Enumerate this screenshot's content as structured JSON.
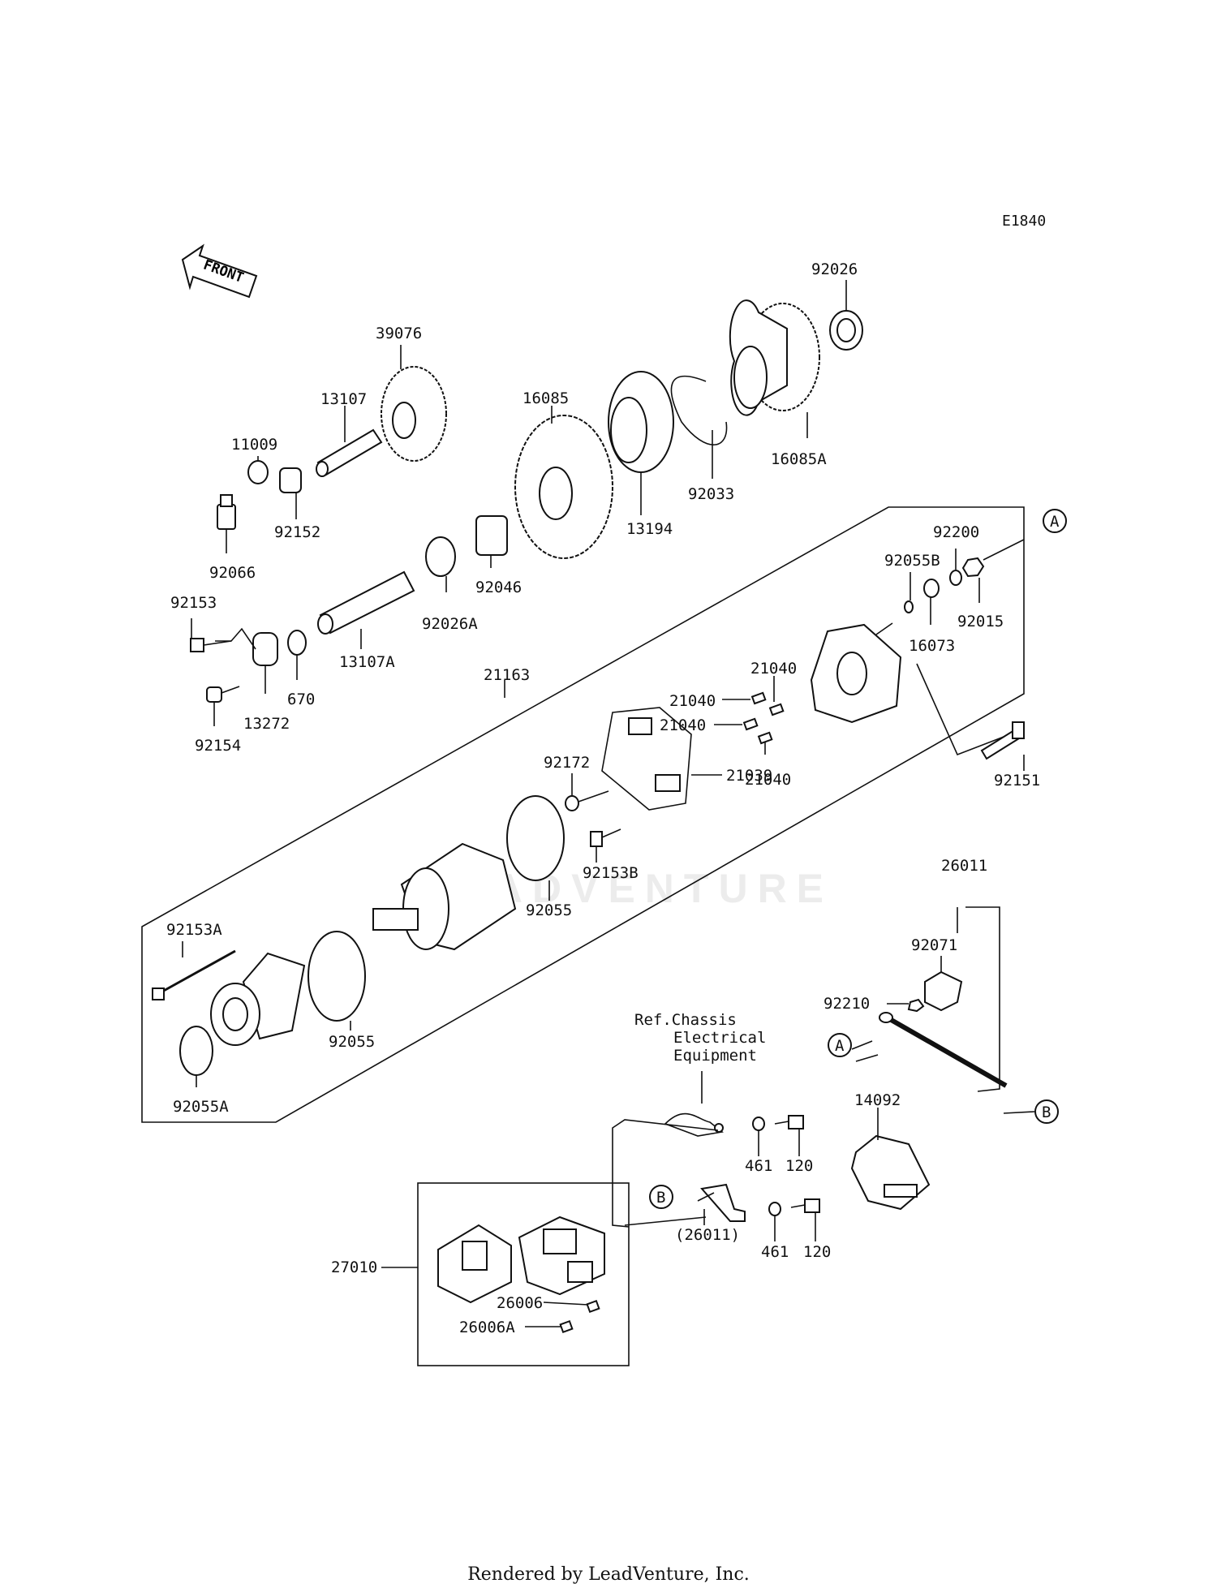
{
  "diagram_id": "E1840",
  "front_label": "FRONT",
  "watermark": "LEADVENTURE",
  "ref_note": [
    "Ref.Chassis",
    "Electrical",
    "Equipment"
  ],
  "markers": [
    "A",
    "B"
  ],
  "labels": {
    "p92026": "92026",
    "p39076": "39076",
    "p13107": "13107",
    "p16085": "16085",
    "p11009": "11009",
    "p16085A": "16085A",
    "p92033": "92033",
    "p13194": "13194",
    "p92152": "92152",
    "p92066": "92066",
    "p92046": "92046",
    "p92026A": "92026A",
    "p92153": "92153",
    "p13107A": "13107A",
    "p670": "670",
    "p13272": "13272",
    "p92154": "92154",
    "p21163": "21163",
    "p92200": "92200",
    "p92055B": "92055B",
    "p92015": "92015",
    "p16073": "16073",
    "p21040a": "21040",
    "p21040b": "21040",
    "p21040c": "21040",
    "p21040d": "21040",
    "p92172": "92172",
    "p21039": "21039",
    "p92151": "92151",
    "p92153B": "92153B",
    "p92055a": "92055",
    "p92055b": "92055",
    "p26011": "26011",
    "p92153A": "92153A",
    "p92071": "92071",
    "p92210": "92210",
    "p92055A": "92055A",
    "p14092": "14092",
    "p461a": "461",
    "p120a": "120",
    "p461b": "461",
    "p120b": "120",
    "p26011paren": "(26011)",
    "p27010": "27010",
    "p26006": "26006",
    "p26006A": "26006A"
  },
  "footer": "Rendered by LeadVenture, Inc."
}
